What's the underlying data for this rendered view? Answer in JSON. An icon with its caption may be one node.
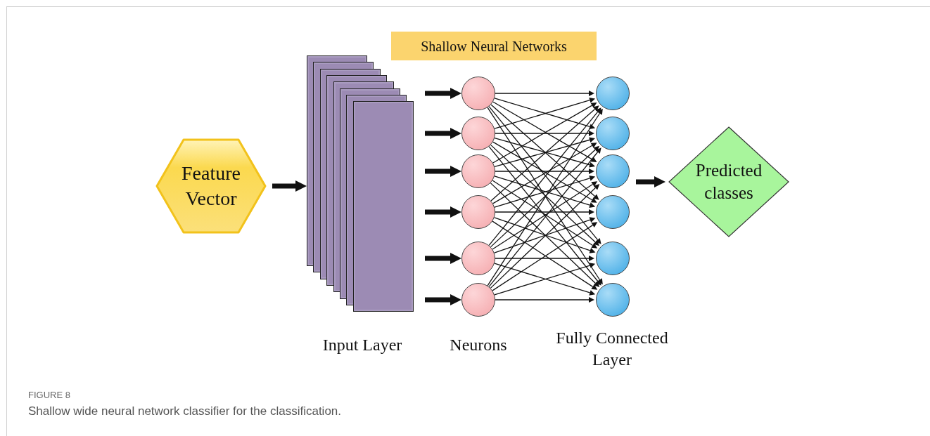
{
  "diagram": {
    "title": "FIGURE 8",
    "caption": "Shallow wide neural network classifier for the classification.",
    "nodes": [
      {
        "text": [
          "Shallow Neural Networks"
        ]
      },
      {
        "text": [
          "Feature Vector"
        ]
      },
      {
        "text": [],
        "shape": "box"
      },
      {
        "text": [],
        "shape": "box"
      },
      {
        "text": [],
        "shape": "box"
      },
      {
        "text": [],
        "shape": "box"
      },
      {
        "text": [],
        "shape": "box"
      },
      {
        "text": [],
        "shape": "box"
      },
      {
        "text": [],
        "shape": "box"
      },
      {
        "text": [],
        "shape": "box"
      },
      {
        "text": [],
        "shape": "circle"
      },
      {
        "text": [],
        "shape": "circle"
      },
      {
        "text": [],
        "shape": "circle"
      },
      {
        "text": [],
        "shape": "circle"
      },
      {
        "text": [],
        "shape": "circle"
      },
      {
        "text": [],
        "shape": "circle"
      },
      {
        "text": [],
        "shape": "circle"
      },
      {
        "text": [],
        "shape": "circle"
      },
      {
        "text": [],
        "shape": "circle"
      },
      {
        "text": [],
        "shape": "circle"
      },
      {
        "text": [],
        "shape": "circle"
      },
      {
        "text": [],
        "shape": "circle"
      },
      {
        "text": [
          "Predicted classes"
        ]
      }
    ],
    "edges": [
      {
        "from": 1,
        "to": 2,
        "arrow": "to",
        "style": "thick"
      },
      {
        "from": null,
        "to": 10,
        "arrow": "to",
        "style": "thick"
      },
      {
        "from": null,
        "to": 11,
        "arrow": "to",
        "style": "thick"
      },
      {
        "from": null,
        "to": 12,
        "arrow": "to",
        "style": "thick"
      },
      {
        "from": null,
        "to": 13,
        "arrow": "to",
        "style": "thick"
      },
      {
        "from": null,
        "to": 14,
        "arrow": "to",
        "style": "thick"
      },
      {
        "from": null,
        "to": 15,
        "arrow": "to",
        "style": "thick"
      },
      {
        "from": 10,
        "to": 16,
        "arrow": "to"
      },
      {
        "from": 10,
        "to": 17,
        "arrow": "to"
      },
      {
        "from": 10,
        "to": 18,
        "arrow": "to"
      },
      {
        "from": 10,
        "to": 19,
        "arrow": "to"
      },
      {
        "from": 10,
        "to": 20,
        "arrow": "to"
      },
      {
        "from": 10,
        "to": 21,
        "arrow": "to"
      },
      {
        "from": 11,
        "to": 16,
        "arrow": "to"
      },
      {
        "from": 11,
        "to": 17,
        "arrow": "to"
      },
      {
        "from": 11,
        "to": 18,
        "arrow": "to"
      },
      {
        "from": 11,
        "to": 19,
        "arrow": "to"
      },
      {
        "from": 11,
        "to": 20,
        "arrow": "to"
      },
      {
        "from": 11,
        "to": 21,
        "arrow": "to"
      },
      {
        "from": 12,
        "to": 16,
        "arrow": "to"
      },
      {
        "from": 12,
        "to": 17,
        "arrow": "to"
      },
      {
        "from": 12,
        "to": 18,
        "arrow": "to"
      },
      {
        "from": 12,
        "to": 19,
        "arrow": "to"
      },
      {
        "from": 12,
        "to": 20,
        "arrow": "to"
      },
      {
        "from": 12,
        "to": 21,
        "arrow": "to"
      },
      {
        "from": 13,
        "to": 16,
        "arrow": "to"
      },
      {
        "from": 13,
        "to": 17,
        "arrow": "to"
      },
      {
        "from": 13,
        "to": 18,
        "arrow": "to"
      },
      {
        "from": 13,
        "to": 19,
        "arrow": "to"
      },
      {
        "from": 13,
        "to": 20,
        "arrow": "to"
      },
      {
        "from": 13,
        "to": 21,
        "arrow": "to"
      },
      {
        "from": 14,
        "to": 16,
        "arrow": "to"
      },
      {
        "from": 14,
        "to": 17,
        "arrow": "to"
      },
      {
        "from": 14,
        "to": 18,
        "arrow": "to"
      },
      {
        "from": 14,
        "to": 19,
        "arrow": "to"
      },
      {
        "from": 14,
        "to": 20,
        "arrow": "to"
      },
      {
        "from": 14,
        "to": 21,
        "arrow": "to"
      },
      {
        "from": 15,
        "to": 16,
        "arrow": "to"
      },
      {
        "from": 15,
        "to": 17,
        "arrow": "to"
      },
      {
        "from": 15,
        "to": 18,
        "arrow": "to"
      },
      {
        "from": 15,
        "to": 19,
        "arrow": "to"
      },
      {
        "from": 15,
        "to": 20,
        "arrow": "to"
      },
      {
        "from": 15,
        "to": 21,
        "arrow": "to"
      },
      {
        "from": 18,
        "to": 22,
        "arrow": "to",
        "style": "thick"
      }
    ],
    "labels": [
      "Input Layer",
      "Neurons",
      "Fully Connected Layer"
    ]
  }
}
